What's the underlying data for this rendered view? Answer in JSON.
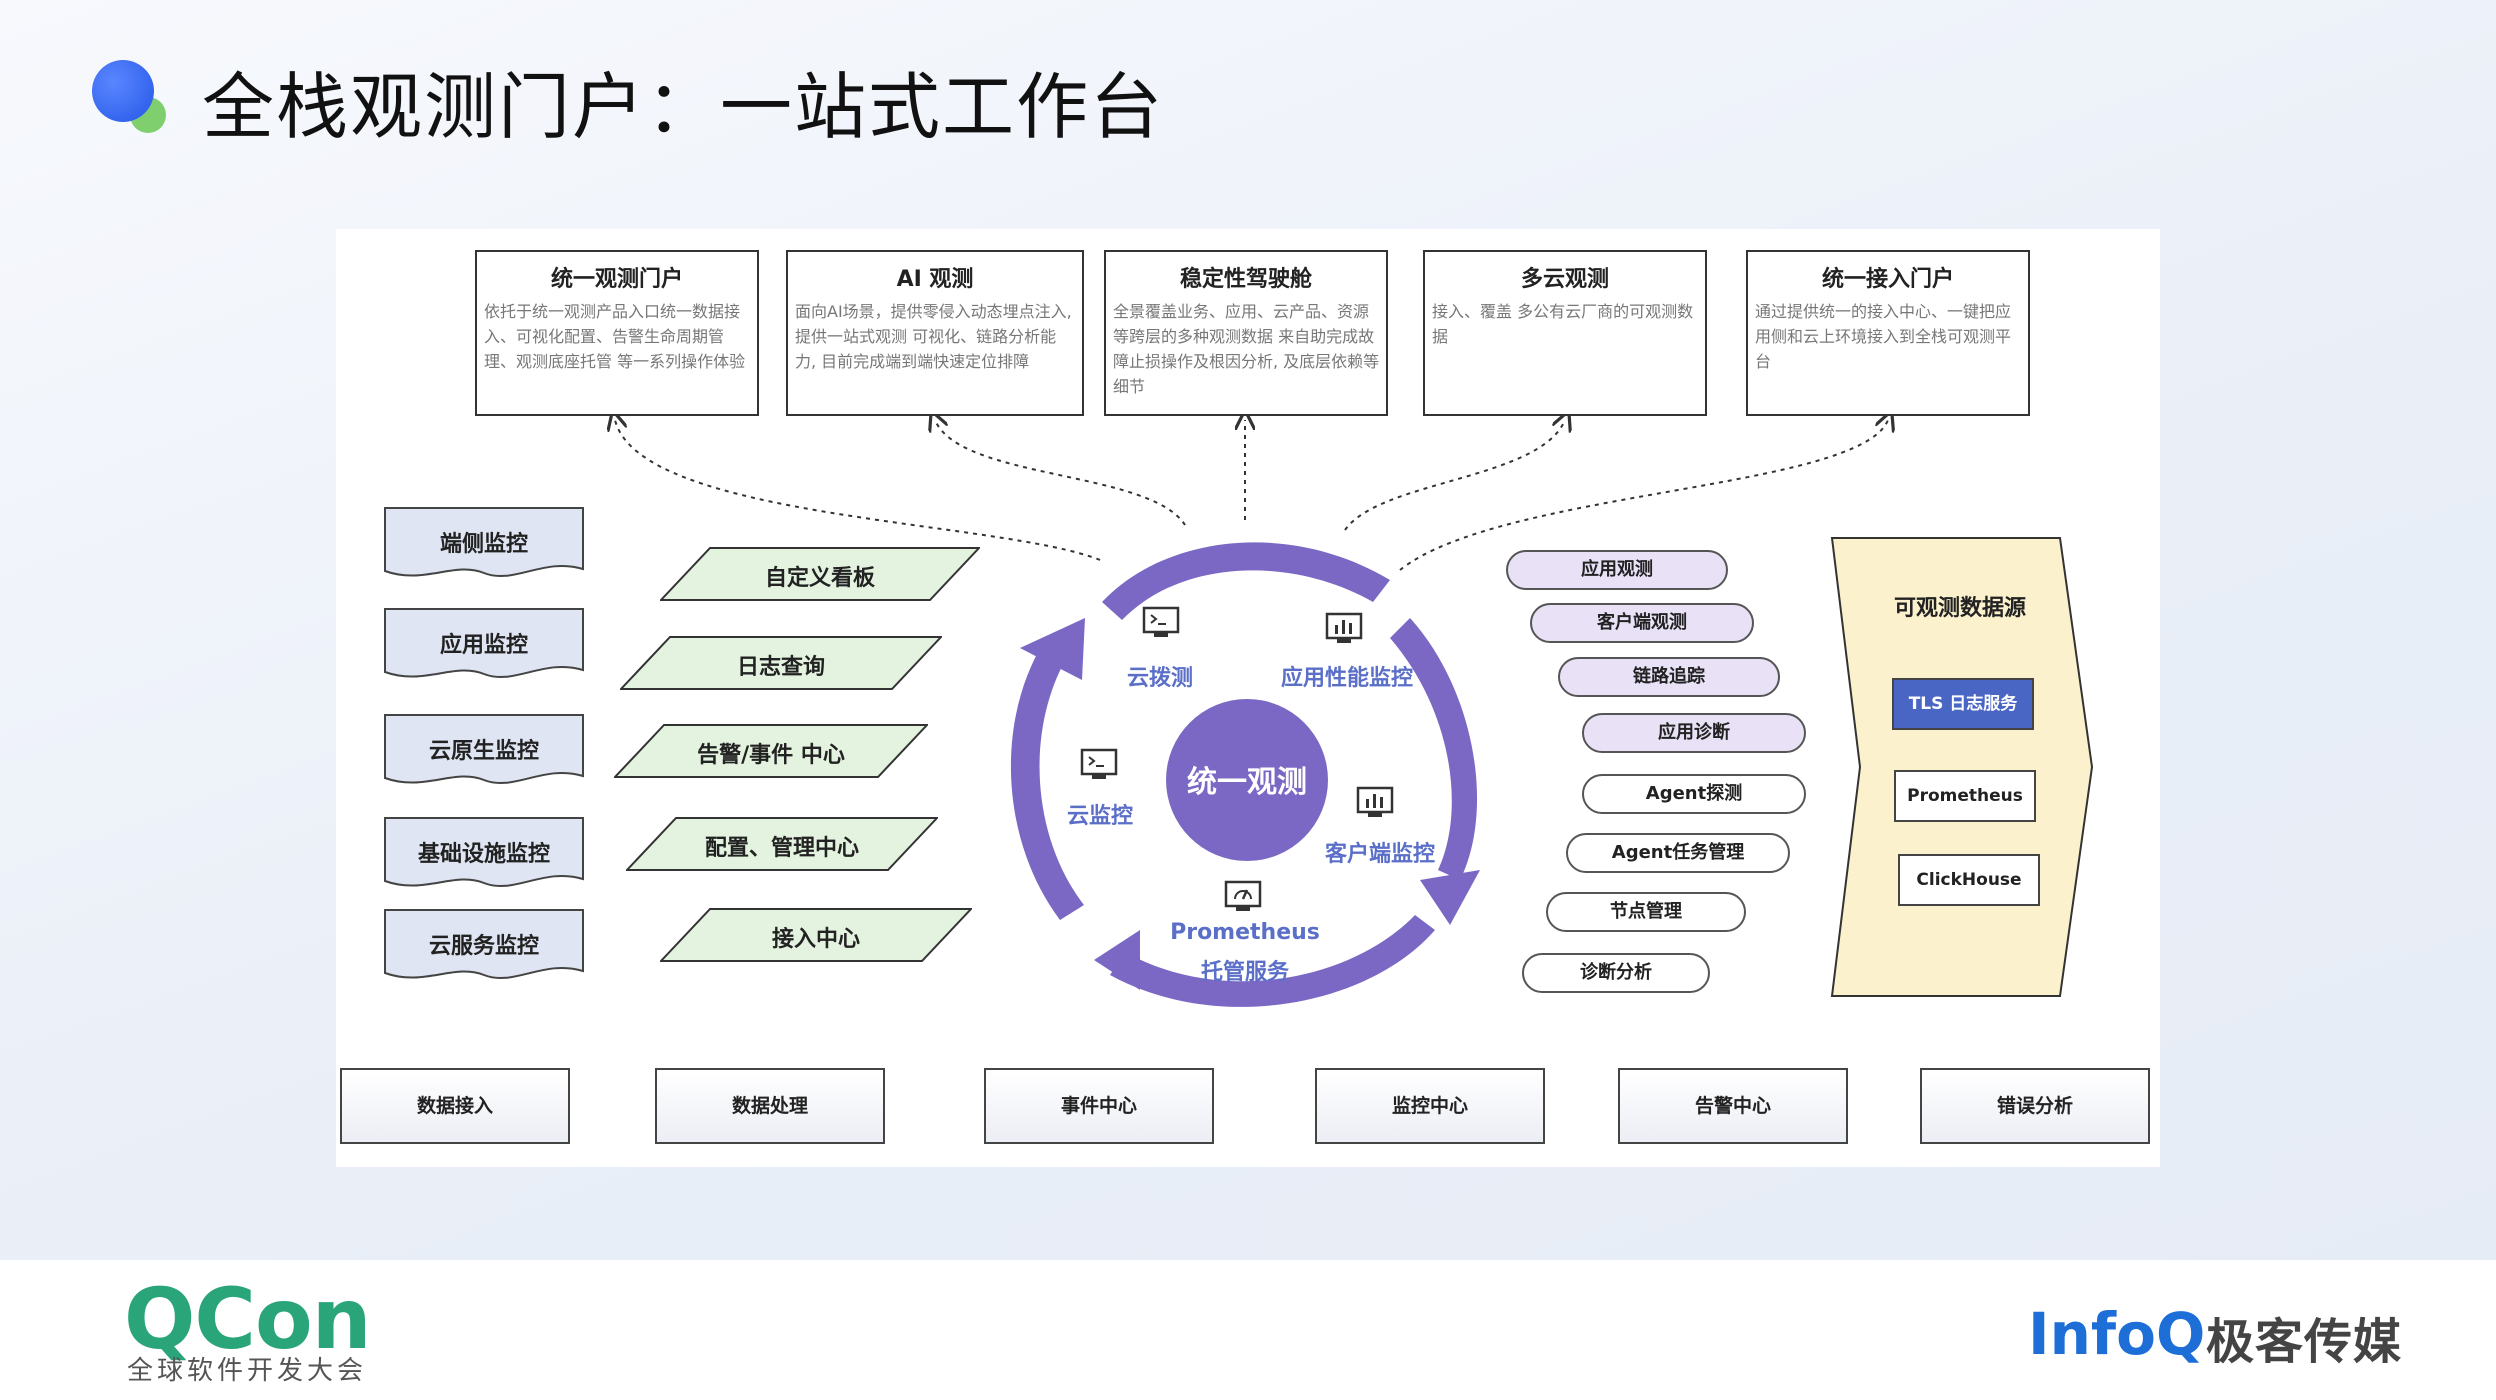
{
  "title": "全栈观测门户：一站式工作台",
  "top_boxes": [
    {
      "title": "统一观测门户",
      "desc": "依托于统一观测产品入口统一数据接入、可视化配置、告警生命周期管理、观测底座托管 等一系列操作体验"
    },
    {
      "title": "AI 观测",
      "desc": "面向AI场景，提供零侵入动态埋点注入,提供一站式观测 可视化、链路分析能力, 目前完成端到端快速定位排障"
    },
    {
      "title": "稳定性驾驶舱",
      "desc": "全景覆盖业务、应用、云产品、资源等跨层的多种观测数据 来自助完成故障止损操作及根因分析, 及底层依赖等细节"
    },
    {
      "title": "多云观测",
      "desc": "接入、覆盖 多公有云厂商的可观测数据"
    },
    {
      "title": "统一接入门户",
      "desc": "通过提供统一的接入中心、一键把应用侧和云上环境接入到全栈可观测平台"
    }
  ],
  "left_monitors": [
    "端侧监控",
    "应用监控",
    "云原生监控",
    "基础设施监控",
    "云服务监控"
  ],
  "mid_features": [
    "自定义看板",
    "日志查询",
    "告警/事件 中心",
    "配置、管理中心",
    "接入中心"
  ],
  "center": {
    "core": "统一观测",
    "segments": [
      "云拨测",
      "应用性能监控",
      "云监控",
      "客户端监控",
      "Prometheus",
      "托管服务"
    ]
  },
  "right_pills": [
    "应用观测",
    "客户端观测",
    "链路追踪",
    "应用诊断",
    "Agent探测",
    "Agent任务管理",
    "节点管理",
    "诊断分析"
  ],
  "datasource": {
    "title": "可观测数据源",
    "items": [
      "TLS 日志服务",
      "Prometheus",
      "ClickHouse"
    ]
  },
  "bottom_boxes": [
    "数据接入",
    "数据处理",
    "事件中心",
    "监控中心",
    "告警中心",
    "错误分析"
  ],
  "footer": {
    "qcon": "QCon",
    "qcon_sub": "全球软件开发大会",
    "infoq": "InfoQ",
    "infoq_cn": "极客传媒"
  },
  "colors": {
    "ring": "#7b68c5",
    "core": "#7b68c5",
    "title_dot": "#2457e6",
    "qcon_green": "#2aa57a",
    "infoq_blue": "#1e6ed8",
    "tls_box": "#4a66c4",
    "datasource_bg": "#fbf1cc"
  },
  "icons": [
    "terminal-icon",
    "bar-chart-icon",
    "gauge-icon"
  ]
}
